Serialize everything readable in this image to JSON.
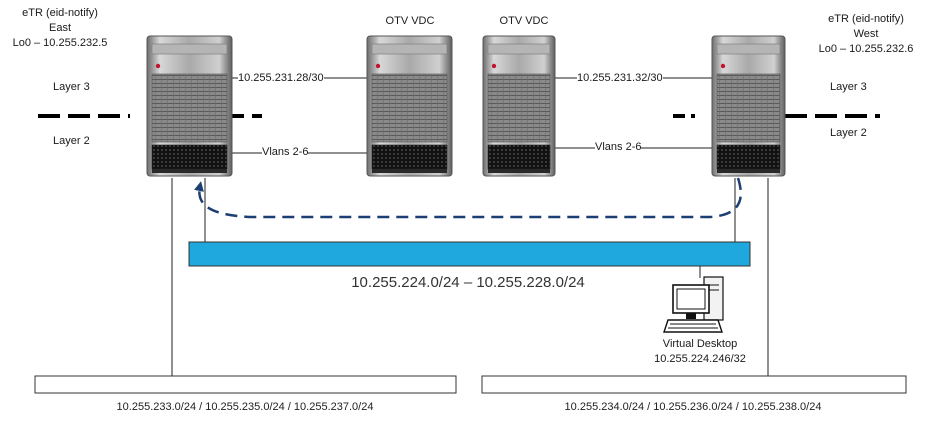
{
  "east": {
    "role": "eTR (eid-notify)",
    "site": "East",
    "loopback": "Lo0 – 10.255.232.5"
  },
  "west": {
    "role": "eTR (eid-notify)",
    "site": "West",
    "loopback": "Lo0 – 10.255.232.6"
  },
  "otv_left": {
    "label": "OTV VDC"
  },
  "otv_right": {
    "label": "OTV VDC"
  },
  "links": {
    "east_l3": "10.255.231.28/30",
    "west_l3": "10.255.231.32/30",
    "east_vlans": "Vlans 2-6",
    "west_vlans": "Vlans 2-6"
  },
  "layers": {
    "left_l3": "Layer 3",
    "left_l2": "Layer 2",
    "right_l3": "Layer 3",
    "right_l2": "Layer 2"
  },
  "shared_segment": {
    "label": "10.255.224.0/24 – 10.255.228.0/24",
    "color": "#1fa8de"
  },
  "desktop": {
    "name": "Virtual Desktop",
    "address": "10.255.224.246/32",
    "icon": "computer-icon"
  },
  "bottom_left": {
    "label": "10.255.233.0/24 / 10.255.235.0/24 / 10.255.237.0/24"
  },
  "bottom_right": {
    "label": "10.255.234.0/24 / 10.255.236.0/24 / 10.255.238.0/24"
  },
  "colors": {
    "flow_arrow": "#1c3f73",
    "switch_body": "#8c8c8c",
    "switch_panel": "#111111"
  }
}
